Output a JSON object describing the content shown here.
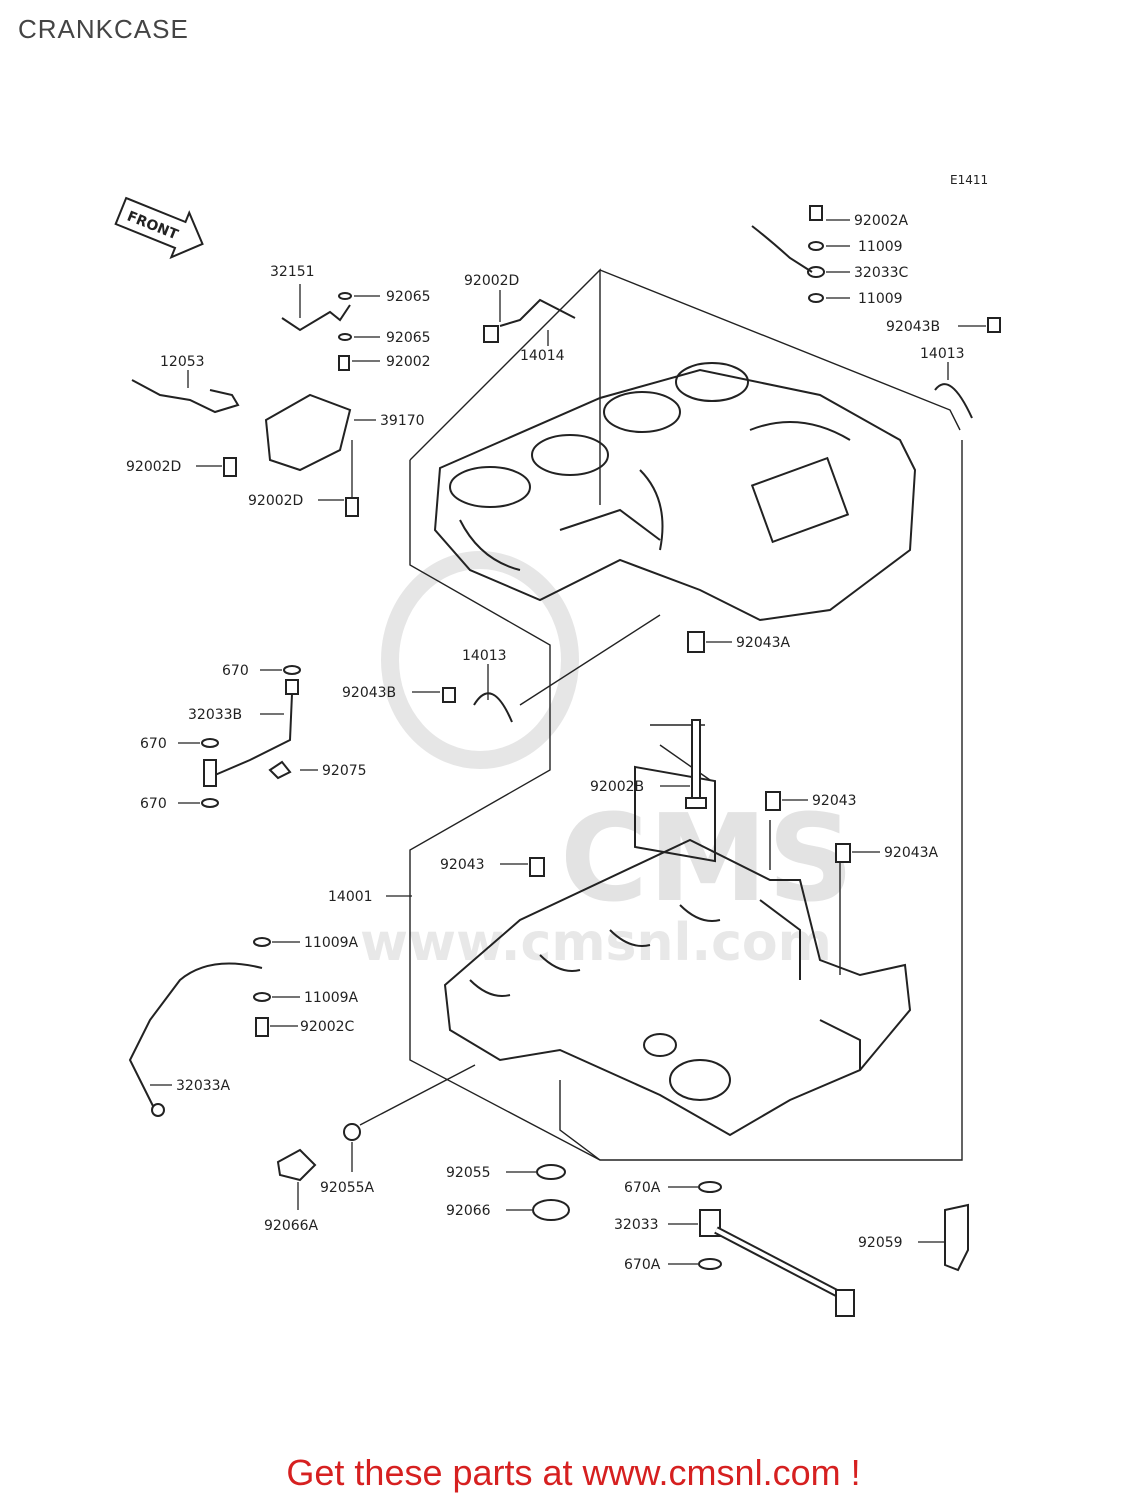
{
  "title": "CRANKCASE",
  "diagram_code": "E1411",
  "front_arrow_label": "FRONT",
  "watermark": "CMS www.cmsnl.com",
  "footer": {
    "lead": "Get these parts at",
    "url": "www.cmsnl.com !"
  },
  "colors": {
    "line": "#222222",
    "watermark": "#e6e6e6",
    "footer": "#d62020",
    "title": "#444444"
  },
  "parts": [
    {
      "id": "p1",
      "label": "92002A"
    },
    {
      "id": "p2",
      "label": "11009"
    },
    {
      "id": "p3",
      "label": "32033C"
    },
    {
      "id": "p4",
      "label": "11009"
    },
    {
      "id": "p5",
      "label": "92043B"
    },
    {
      "id": "p6",
      "label": "14013"
    },
    {
      "id": "p7",
      "label": "32151"
    },
    {
      "id": "p8",
      "label": "92065"
    },
    {
      "id": "p9",
      "label": "92065"
    },
    {
      "id": "p10",
      "label": "92002"
    },
    {
      "id": "p11",
      "label": "92002D"
    },
    {
      "id": "p12",
      "label": "14014"
    },
    {
      "id": "p13",
      "label": "12053"
    },
    {
      "id": "p14",
      "label": "39170"
    },
    {
      "id": "p15",
      "label": "92002D"
    },
    {
      "id": "p16",
      "label": "92002D"
    },
    {
      "id": "p17",
      "label": "92043A"
    },
    {
      "id": "p18",
      "label": "670"
    },
    {
      "id": "p19",
      "label": "14013"
    },
    {
      "id": "p20",
      "label": "92043B"
    },
    {
      "id": "p21",
      "label": "32033B"
    },
    {
      "id": "p22",
      "label": "670"
    },
    {
      "id": "p23",
      "label": "92075"
    },
    {
      "id": "p24",
      "label": "670"
    },
    {
      "id": "p25",
      "label": "92002B"
    },
    {
      "id": "p26",
      "label": "92043"
    },
    {
      "id": "p27",
      "label": "92043"
    },
    {
      "id": "p28",
      "label": "92043A"
    },
    {
      "id": "p29",
      "label": "14001"
    },
    {
      "id": "p30",
      "label": "11009A"
    },
    {
      "id": "p31",
      "label": "11009A"
    },
    {
      "id": "p32",
      "label": "92002C"
    },
    {
      "id": "p33",
      "label": "32033A"
    },
    {
      "id": "p34",
      "label": "92055A"
    },
    {
      "id": "p35",
      "label": "92066A"
    },
    {
      "id": "p36",
      "label": "92055"
    },
    {
      "id": "p37",
      "label": "92066"
    },
    {
      "id": "p38",
      "label": "670A"
    },
    {
      "id": "p39",
      "label": "32033"
    },
    {
      "id": "p40",
      "label": "670A"
    },
    {
      "id": "p41",
      "label": "92059"
    }
  ]
}
